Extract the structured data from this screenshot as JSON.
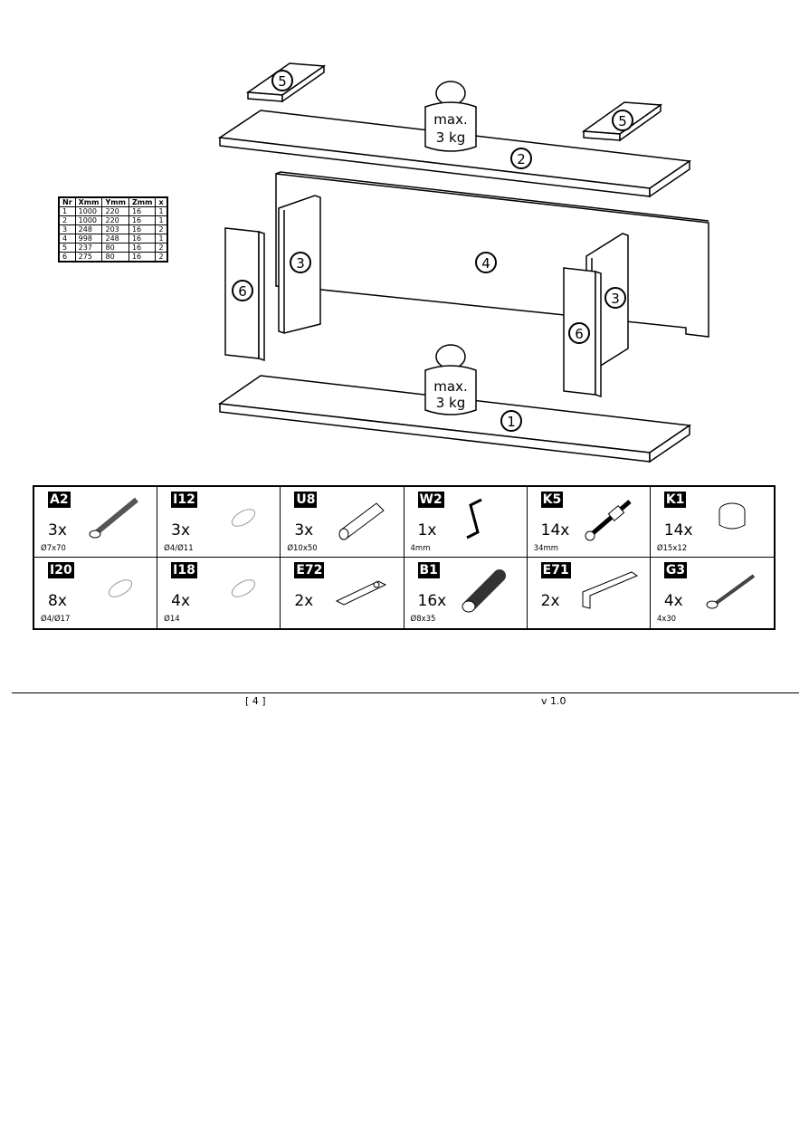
{
  "diagram": {
    "weight_label_line1": "max.",
    "weight_label_line2": "3 kg",
    "part_labels": [
      "1",
      "2",
      "3",
      "3",
      "4",
      "5",
      "5",
      "6",
      "6"
    ]
  },
  "parts_table": {
    "headers": [
      "Nr",
      "Xmm",
      "Ymm",
      "Zmm",
      "x"
    ],
    "rows": [
      [
        "1",
        "1000",
        "220",
        "16",
        "1"
      ],
      [
        "2",
        "1000",
        "220",
        "16",
        "1"
      ],
      [
        "3",
        "248",
        "203",
        "16",
        "2"
      ],
      [
        "4",
        "998",
        "248",
        "16",
        "1"
      ],
      [
        "5",
        "237",
        "80",
        "16",
        "2"
      ],
      [
        "6",
        "275",
        "80",
        "16",
        "2"
      ]
    ]
  },
  "hardware": [
    {
      "code": "A2",
      "qty": "3x",
      "size": "Ø7x70",
      "icon": "screw-bolt"
    },
    {
      "code": "I12",
      "qty": "3x",
      "size": "Ø4/Ø11",
      "icon": "cap"
    },
    {
      "code": "U8",
      "qty": "3x",
      "size": "Ø10x50",
      "icon": "wall-plug"
    },
    {
      "code": "W2",
      "qty": "1x",
      "size": "4mm",
      "icon": "hex-key"
    },
    {
      "code": "K5",
      "qty": "14x",
      "size": "34mm",
      "icon": "cam-bolt"
    },
    {
      "code": "K1",
      "qty": "14x",
      "size": "Ø15x12",
      "icon": "cam-lock"
    },
    {
      "code": "I20",
      "qty": "8x",
      "size": "Ø4/Ø17",
      "icon": "cap"
    },
    {
      "code": "I18",
      "qty": "4x",
      "size": "Ø14",
      "icon": "cap"
    },
    {
      "code": "E72",
      "qty": "2x",
      "size": "",
      "icon": "flat-bracket"
    },
    {
      "code": "B1",
      "qty": "16x",
      "size": "Ø8x35",
      "icon": "dowel"
    },
    {
      "code": "E71",
      "qty": "2x",
      "size": "",
      "icon": "angle-bracket"
    },
    {
      "code": "G3",
      "qty": "4x",
      "size": "4x30",
      "icon": "wood-screw"
    }
  ],
  "footer": {
    "page": "[ 4 ]",
    "version": "v 1.0"
  }
}
